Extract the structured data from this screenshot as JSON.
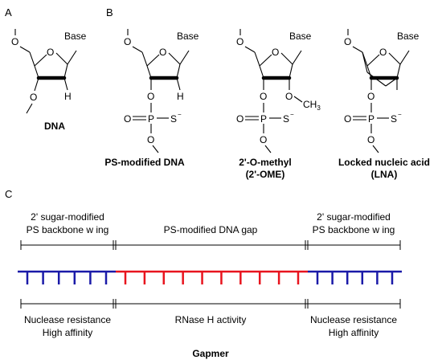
{
  "panels": {
    "a": "A",
    "b": "B",
    "c": "C"
  },
  "molecules": [
    {
      "name_line1": "DNA",
      "name_line2": "",
      "base": "Base",
      "ring_o": "O",
      "o5": "O",
      "o3": "O",
      "h2": "H"
    },
    {
      "name_line1": "PS-modified DNA",
      "name_line2": "",
      "base": "Base",
      "ring_o": "O",
      "o5": "O",
      "o3": "O",
      "h2": "H",
      "p": "P",
      "o_double": "O",
      "s": "S",
      "s_charge": "−",
      "o_lower": "O"
    },
    {
      "name_line1": "2'-O-methyl",
      "name_line2": "(2'-OME)",
      "base": "Base",
      "ring_o": "O",
      "o5": "O",
      "o3": "O",
      "o2": "O",
      "ch3": "CH",
      "ch3_sub": "3",
      "p": "P",
      "o_double": "O",
      "s": "S",
      "s_charge": "−",
      "o_lower": "O"
    },
    {
      "name_line1": "Locked nucleic acid",
      "name_line2": "(LNA)",
      "base": "Base",
      "ring_o": "O",
      "o5": "O",
      "o3": "O",
      "p": "P",
      "o_double": "O",
      "s": "S",
      "s_charge": "−",
      "o_lower": "O"
    }
  ],
  "gapmer": {
    "top_labels": [
      {
        "line1": "2' sugar-modified",
        "line2": "PS backbone w ing"
      },
      {
        "line1": "PS-modified DNA gap",
        "line2": ""
      },
      {
        "line1": "2' sugar-modified",
        "line2": "PS backbone w ing"
      }
    ],
    "bottom_labels": [
      {
        "line1": "Nuclease resistance",
        "line2": "High affinity"
      },
      {
        "line1": "RNase H activity",
        "line2": ""
      },
      {
        "line1": "Nuclease resistance",
        "line2": "High affinity"
      }
    ],
    "title": "Gapmer",
    "colors": {
      "wing": "#1a1aa8",
      "gap": "#e8141e"
    },
    "segments": [
      {
        "region": "wing",
        "tick_count": 6
      },
      {
        "region": "gap",
        "tick_count": 10
      },
      {
        "region": "wing",
        "tick_count": 6
      }
    ]
  }
}
